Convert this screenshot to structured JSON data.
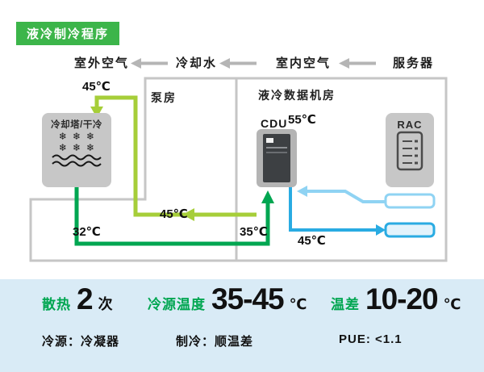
{
  "title": "液冷制冷程序",
  "flow_row": {
    "labels": [
      "室外空气",
      "冷却水",
      "室内空气",
      "服务器"
    ]
  },
  "rooms": {
    "pump_room": "泵房",
    "data_room": "液冷数据机房"
  },
  "units": {
    "cooling_tower": {
      "label": "冷却塔/干冷",
      "snowflake_row": "❄❄❄"
    },
    "cdu": {
      "label": "CDU"
    },
    "rac": {
      "label": "RAC"
    }
  },
  "temperatures": {
    "tower_inlet": "45℃",
    "tower_outlet": "32℃",
    "loop_return": "45℃",
    "cdu_supply": "35℃",
    "rack_supply": "45℃",
    "rack_return": "55℃"
  },
  "stats": [
    {
      "label": "散热",
      "value": "2",
      "unit": "次"
    },
    {
      "label": "冷源温度",
      "value": "35-45",
      "unit": "℃"
    },
    {
      "label": "温差",
      "value": "10-20",
      "unit": "℃"
    }
  ],
  "footnotes": [
    "冷源：冷凝器",
    "制冷：顺温差",
    "PUE: <1.1"
  ],
  "icons": {
    "flow_arrow": "left-block-arrow",
    "tower_icons": [
      "snowflakes",
      "water-waves"
    ],
    "rack_icon": "server-rack"
  },
  "colors": {
    "badge_green": "#3cb54a",
    "pipe_dark_green": "#00a651",
    "pipe_light_green": "#a6ce39",
    "pipe_blue": "#29abe2",
    "pipe_light_blue": "#8fd3f3",
    "room_gray": "#c6c6c6",
    "panel_blue": "#d9ebf6",
    "stat_label_green": "#00a651"
  }
}
